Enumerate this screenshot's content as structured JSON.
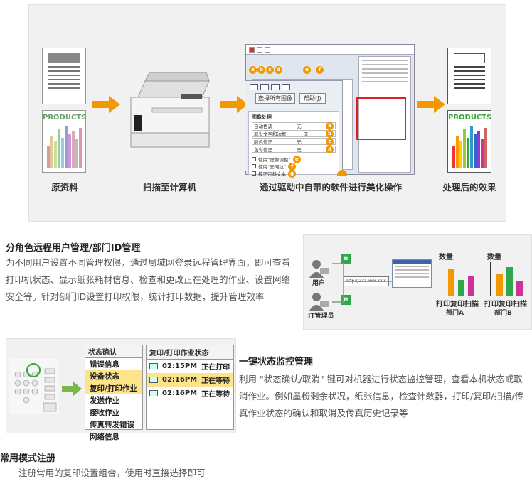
{
  "top_flow": {
    "captions": [
      "原资料",
      "扫描至计算机",
      "通过驱动中自带的软件进行美化操作",
      "处理后的效果"
    ],
    "products_label": "PRODUCTS",
    "scanner_window": {
      "buttons": [
        "选择所有图像",
        "帮助(J)"
      ],
      "section_title": "图像处理",
      "options": [
        {
          "name": "自动色调",
          "value": "无",
          "badge": "a"
        },
        {
          "name": "减少文字和边框",
          "value": "无",
          "badge": "b"
        },
        {
          "name": "颜色修正",
          "value": "无",
          "badge": "c"
        },
        {
          "name": "色彩修正",
          "value": "无",
          "badge": "d"
        }
      ],
      "checks": [
        {
          "name": "使用“虚像调整”",
          "badge": "e"
        },
        {
          "name": "使用“去网纹”",
          "badge": "f"
        },
        {
          "name": "校正歪斜文本",
          "badge": "g"
        }
      ],
      "badges_top": [
        "a",
        "b",
        "c",
        "d",
        "e",
        "f"
      ]
    }
  },
  "section1": {
    "title": "分角色远程用户管理/部门ID管理",
    "text": "为不同用户设置不同管理权限，通过局域网登录远程管理界面，即可查看打印机状态、显示纸张耗材信息、检查和更改正在处理的作业、设置网络安全等。针对部门ID设置打印权限，统计打印数据，提升管理效率",
    "diagram": {
      "user_label": "用户",
      "admin_label": "IT管理员",
      "address": "http://231.xxx.xx.x",
      "charts": [
        {
          "ylabel": "数量",
          "xlabels": "打印复印扫描",
          "dept": "部门A",
          "values": [
            38,
            22,
            28
          ]
        },
        {
          "ylabel": "数量",
          "xlabels": "打印复印扫描",
          "dept": "部门B",
          "values": [
            30,
            40,
            20
          ]
        }
      ]
    }
  },
  "section2": {
    "title": "一键状态监控管理",
    "text": "利用 \"状态确认/取消\" 键可对机器进行状态监控管理，查看本机状态或取消作业。例如墨粉剩余状况，纸张信息，检查计数器，打印/复印/扫描/传真作业状态的确认和取消及传真历史记录等",
    "menu": {
      "title": "状态确认",
      "items": [
        "错误信息",
        "设备状态",
        "复印/打印作业",
        "发送作业",
        "接收作业",
        "传真转发错误",
        "网络信息"
      ],
      "selected": [
        1,
        2
      ]
    },
    "job_panel": {
      "title": "复印/打印作业状态",
      "jobs": [
        {
          "time": "02:15PM",
          "status": "正在打印"
        },
        {
          "time": "02:16PM",
          "status": "正在等待"
        },
        {
          "time": "02:16PM",
          "status": "正在等待"
        }
      ]
    }
  },
  "section3": {
    "title": "常用模式注册",
    "text": "注册常用的复印设置组合，使用时直接选择即可"
  },
  "colors": {
    "orange": "#f39800",
    "green": "#3aa33a",
    "panel": "#f1f1f1",
    "highlight": "#fde38a",
    "red": "#e02020"
  }
}
